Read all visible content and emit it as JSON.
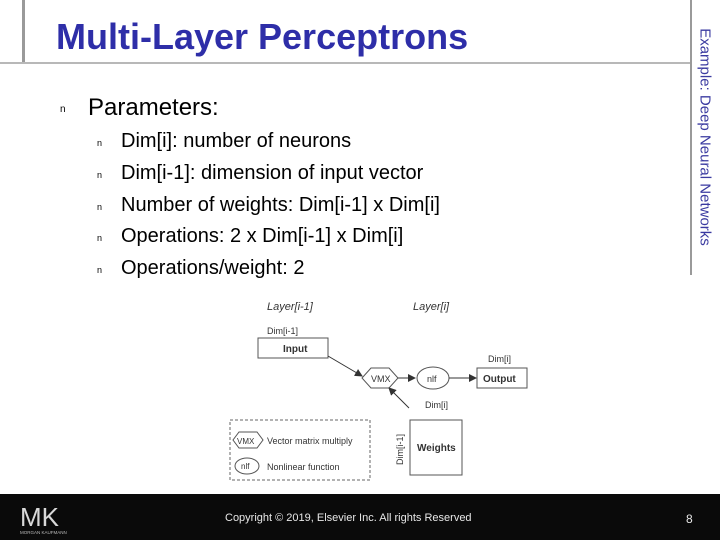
{
  "slide": {
    "title": "Multi-Layer Perceptrons",
    "side_label": "Example: Deep Neural Networks",
    "bullet_glyph": "n",
    "main_bullet": "Parameters:",
    "sub_bullets": [
      "Dim[i]:  number of neurons",
      "Dim[i-1]:  dimension of input vector",
      "Number of weights:  Dim[i-1] x Dim[i]",
      "Operations:  2 x Dim[i-1] x Dim[i]",
      "Operations/weight:  2"
    ]
  },
  "diagram": {
    "layer_prev": "Layer[i-1]",
    "layer_cur": "Layer[i]",
    "dim_prev": "Dim[i-1]",
    "input": "Input",
    "vmx": "VMX",
    "nlf": "nlf",
    "output": "Output",
    "dim_i_out": "Dim[i]",
    "dim_i_w": "Dim[i]",
    "dim_prev_vert": "Dim[i-1]",
    "weights": "Weights",
    "legend_vmx_symbol": "VMX",
    "legend_vmx_text": "Vector matrix multiply",
    "legend_nlf_symbol": "nlf",
    "legend_nlf_text": "Nonlinear function"
  },
  "footer": {
    "logo_text": "MK",
    "logo_subtext": "MORGAN KAUFMANN",
    "copyright": "Copyright © 2019, Elsevier Inc. All rights Reserved",
    "page_number": "8"
  },
  "colors": {
    "title": "#2e2ea8",
    "footer_bg": "#0a0a0a"
  }
}
